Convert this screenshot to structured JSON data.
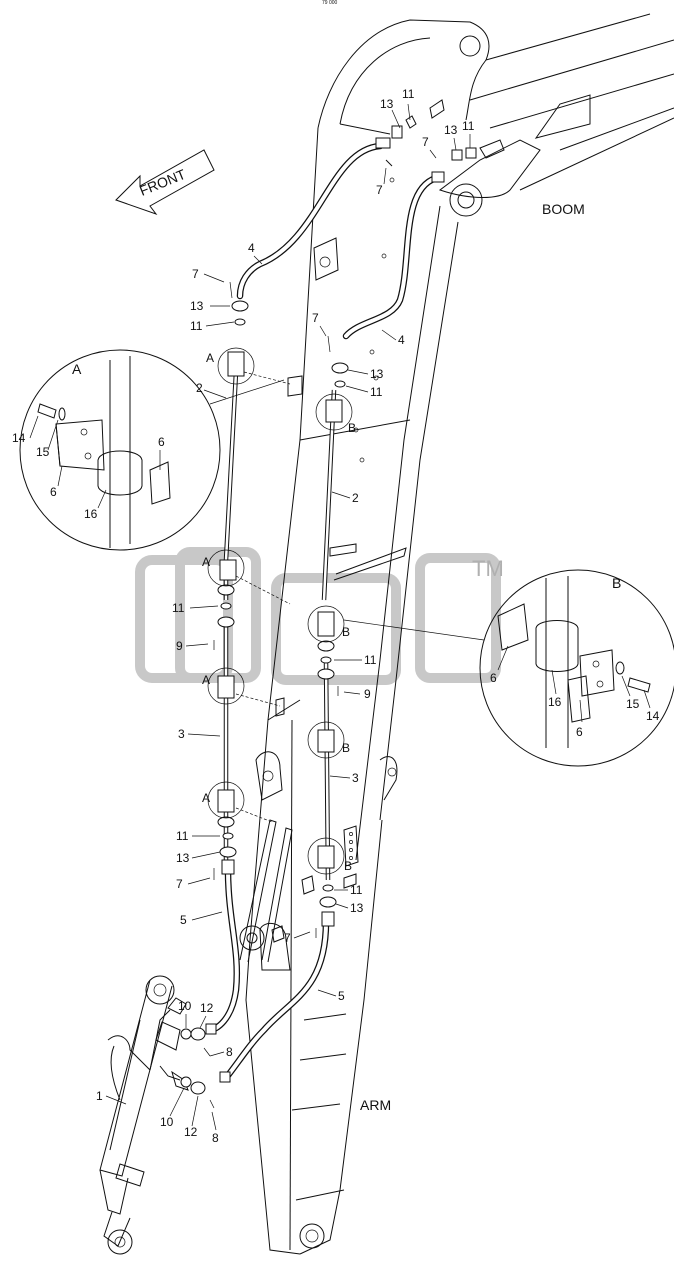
{
  "header": {
    "code": "79 000"
  },
  "labels": {
    "front": "FRONT",
    "boom": "BOOM",
    "arm": "ARM",
    "detail_a": "A",
    "detail_b": "B",
    "trademark": "TM"
  },
  "parts": {
    "p1": "1",
    "p2": "2",
    "p3": "3",
    "p4": "4",
    "p5": "5",
    "p6": "6",
    "p7": "7",
    "p8": "8",
    "p9": "9",
    "p10": "10",
    "p11": "11",
    "p12": "12",
    "p13": "13",
    "p14": "14",
    "p15": "15",
    "p16": "16"
  },
  "colors": {
    "line": "#111111",
    "watermark": "#c8c8c8",
    "background": "#ffffff"
  }
}
